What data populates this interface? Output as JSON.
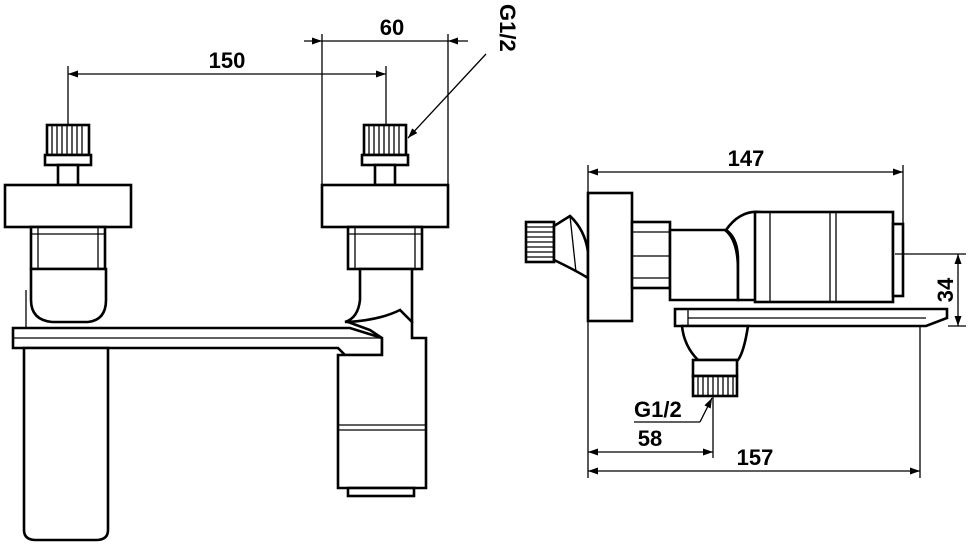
{
  "front_view": {
    "dim_centers": "150",
    "dim_inlet_to_body": "60",
    "label_thread": "G1/2"
  },
  "side_view": {
    "dim_overall_top": "147",
    "dim_height": "34",
    "label_thread": "G1/2",
    "dim_wall_to_outlet": "58",
    "dim_overall_bottom": "157"
  }
}
